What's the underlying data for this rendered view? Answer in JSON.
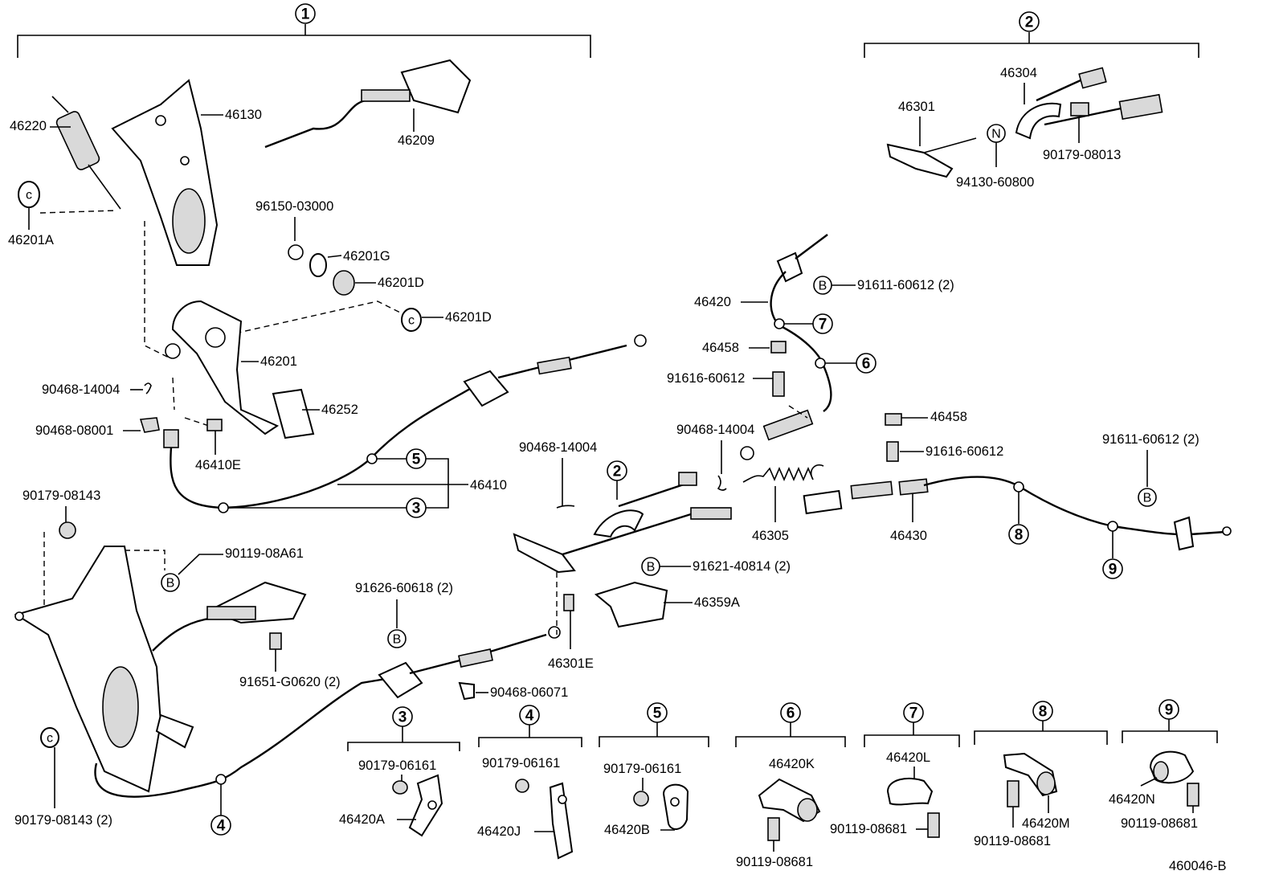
{
  "diagram_id": "460046-B",
  "group_callouts": {
    "top_left": "1",
    "top_right": "2",
    "mid_center": "2",
    "sub_3": "3",
    "sub_4": "4",
    "sub_5": "5",
    "sub_6": "6",
    "sub_7": "7",
    "sub_8": "8",
    "sub_9": "9"
  },
  "cable_callouts": {
    "c3": "3",
    "c4": "4",
    "c5": "5",
    "c6": "6",
    "c7": "7",
    "c8": "8",
    "c9": "9"
  },
  "letters": {
    "n": "N",
    "b": "B"
  },
  "labels": {
    "p46220": "46220",
    "p46130": "46130",
    "p46209": "46209",
    "p46201A": "46201A",
    "p96150": "96150-03000",
    "p46201G": "46201G",
    "p46201D_1": "46201D",
    "p46201D_2": "46201D",
    "p46201": "46201",
    "p46252": "46252",
    "p90468_14004_a": "90468-14004",
    "p90468_08001": "90468-08001",
    "p46410E": "46410E",
    "p46410": "46410",
    "p90179_08143": "90179-08143",
    "p90119_08A61": "90119-08A61",
    "p91626": "91626-60618 (2)",
    "p91651": "91651-G0620 (2)",
    "p90179_08143_2": "90179-08143 (2)",
    "p46304": "46304",
    "p46301": "46301",
    "p90179_08013": "90179-08013",
    "p94130": "94130-60800",
    "p91611_a": "91611-60612 (2)",
    "p46420": "46420",
    "p46458_a": "46458",
    "p91616_a": "91616-60612",
    "p90468_14004_b": "90468-14004",
    "p90468_14004_c": "90468-14004",
    "p46458_b": "46458",
    "p91616_b": "91616-60612",
    "p91611_b": "91611-60612 (2)",
    "p46305": "46305",
    "p46430": "46430",
    "p91621": "91621-40814 (2)",
    "p46359A": "46359A",
    "p46301E": "46301E",
    "p90468_06071": "90468-06071",
    "s3_bolt": "90179-06161",
    "s3_part": "46420A",
    "s4_bolt": "90179-06161",
    "s4_part": "46420J",
    "s5_bolt": "90179-06161",
    "s5_part": "46420B",
    "s6_part": "46420K",
    "s6_bolt": "90119-08681",
    "s7_part": "46420L",
    "s7_bolt": "90119-08681",
    "s8_bolt": "90119-08681",
    "s8_part": "46420M",
    "s9_part": "46420N",
    "s9_bolt": "90119-08681"
  }
}
